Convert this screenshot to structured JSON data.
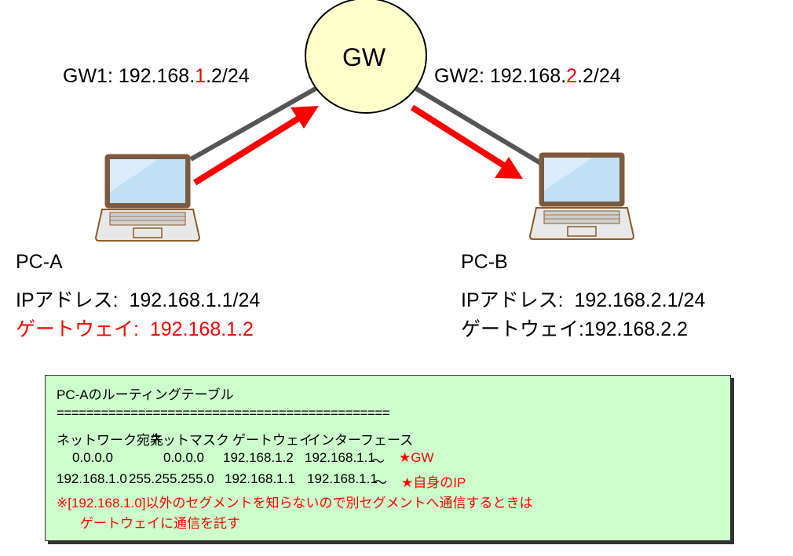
{
  "gateway": {
    "label": "GW",
    "gw1_prefix": "GW1:  192.168.",
    "gw1_net": "1",
    "gw1_suffix": ".2/24",
    "gw2_prefix": "GW2:  192.168.",
    "gw2_net": "2",
    "gw2_suffix": ".2/24"
  },
  "pc_a": {
    "name": "PC-A",
    "ip_label": "IPアドレス:",
    "ip": "192.168.1.1/24",
    "gw_label": "ゲートウェイ:",
    "gw": "192.168.1.2"
  },
  "pc_b": {
    "name": "PC-B",
    "ip_label": "IPアドレス:",
    "ip": "192.168.2.1/24",
    "gw_label": "ゲートウェイ:",
    "gw": "192.168.2.2"
  },
  "routing_table": {
    "title": "PC-Aのルーティングテーブル",
    "separator": "=============================================",
    "headers": [
      "ネットワーク宛先",
      "ネットマスク",
      "ゲートウェイ",
      "インターフェース"
    ],
    "rows": [
      {
        "dest": "0.0.0.0",
        "mask": "0.0.0.0",
        "gateway": "192.168.1.2",
        "iface": "192.168.1.1",
        "tilde": "～",
        "note": "★GW"
      },
      {
        "dest": "192.168.1.0",
        "mask": "255.255.255.0",
        "gateway": "192.168.1.1",
        "iface": "192.168.1.1",
        "tilde": "～",
        "note": "★自身のIP"
      }
    ],
    "footnote_line1": "※[192.168.1.0]以外のセグメントを知らないので別セグメントへ通信するときは",
    "footnote_line2": "ゲートウェイに通信を託す"
  },
  "colors": {
    "red": "#ff0000",
    "gw_fill": "#ffffcc",
    "table_bg": "#ccffcc",
    "link": "#555555"
  }
}
